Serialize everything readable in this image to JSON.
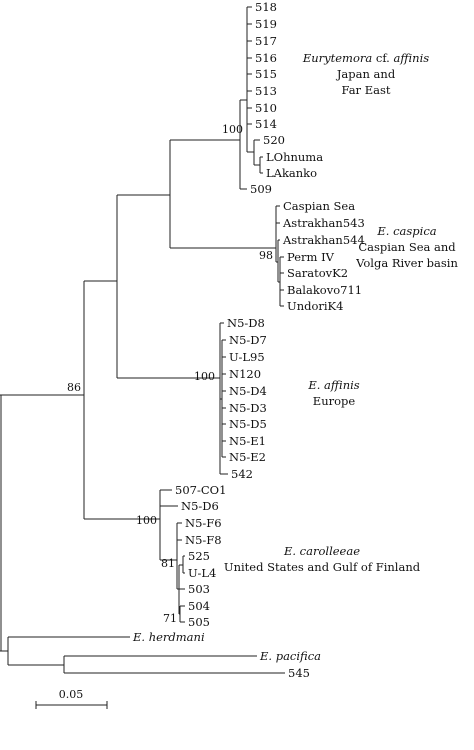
{
  "tree": {
    "clades": [
      {
        "id": "far-east",
        "bootstrap": "100",
        "name_html": "<tspan font-style=\"italic\">Eurytemora</tspan> cf. <tspan font-style=\"italic\">affinis</tspan>",
        "region_lines": [
          "Japan and",
          "Far East"
        ],
        "leaves": [
          "518",
          "519",
          "517",
          "516",
          "515",
          "513",
          "510",
          "514",
          "520",
          "LOhnuma",
          "LAkanko",
          "509"
        ]
      },
      {
        "id": "caspica",
        "bootstrap": "98",
        "name": "E. caspica",
        "region_lines": [
          "Caspian Sea and",
          "Volga River basin"
        ],
        "leaves": [
          "Caspian Sea",
          "Astrakhan543",
          "Astrakhan544",
          "Perm IV",
          "SaratovK2",
          "Balakovo711",
          "UndoriK4"
        ]
      },
      {
        "id": "affinis",
        "bootstrap": "100",
        "name": "E. affinis",
        "region_lines": [
          "Europe"
        ],
        "leaves": [
          "N5-D8",
          "N5-D7",
          "U-L95",
          "N120",
          "N5-D4",
          "N5-D3",
          "N5-D5",
          "N5-E1",
          "N5-E2",
          "542"
        ]
      },
      {
        "id": "carolleeae",
        "bootstraps": [
          "100",
          "81",
          "71"
        ],
        "name": "E. carolleeae",
        "region_lines": [
          "United States and Gulf of Finland"
        ],
        "leaves": [
          "507-CO1",
          "N5-D6",
          "N5-F6",
          "N5-F8",
          "525",
          "U-L4",
          "503",
          "504",
          "505"
        ]
      }
    ],
    "main_bootstrap": "86",
    "outgroups": [
      {
        "name": "E. herdmani",
        "italic": true
      },
      {
        "name": "E. pacifica",
        "italic": true
      },
      {
        "name": "545",
        "italic": false
      }
    ],
    "scale_bar": {
      "label": "0.05",
      "value": 0.05
    }
  }
}
